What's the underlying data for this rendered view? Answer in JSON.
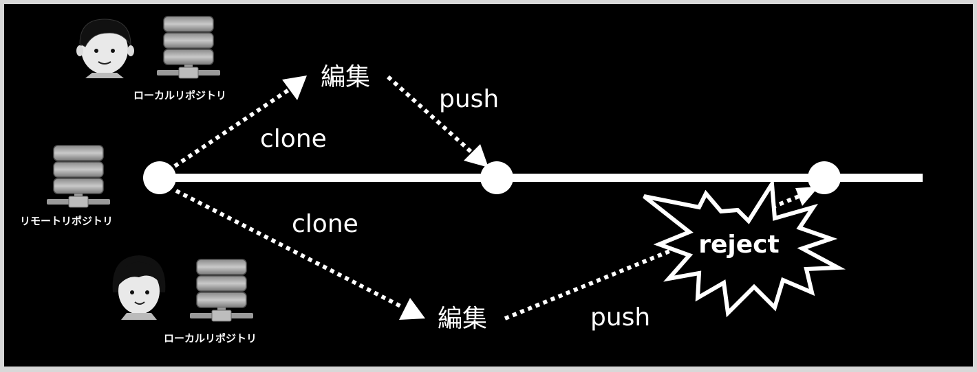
{
  "labels": {
    "local_repo_top": "ローカルリポジトリ",
    "remote_repo": "リモートリポジトリ",
    "local_repo_bottom": "ローカルリポジトリ",
    "edit_top": "編集",
    "edit_bottom": "編集",
    "clone_top": "clone",
    "clone_bottom": "clone",
    "push_top": "push",
    "push_bottom": "push",
    "reject": "reject"
  },
  "icons": {
    "person_top": "person-male-icon",
    "person_bottom": "person-female-icon",
    "server": "database-server-icon"
  },
  "colors": {
    "background": "#000000",
    "foreground": "#ffffff"
  }
}
